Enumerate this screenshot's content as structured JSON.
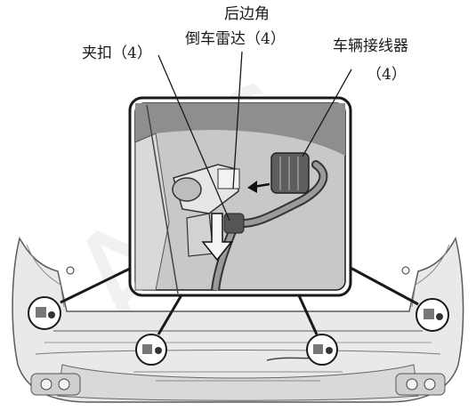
{
  "callouts": {
    "clip": "夹扣（4）",
    "sensor_line1": "后边角",
    "sensor_line2": "倒车雷达（4）",
    "connector_line1": "车辆接线器",
    "connector_line2": "（4）"
  },
  "watermark": "ACC",
  "colors": {
    "line": "#1a1a1a",
    "detail_bg": "#c8c8c8",
    "bumper_fill": "#e9e9e9",
    "bumper_stroke": "#5a5a5a",
    "watermark": "#f1f1f1"
  }
}
